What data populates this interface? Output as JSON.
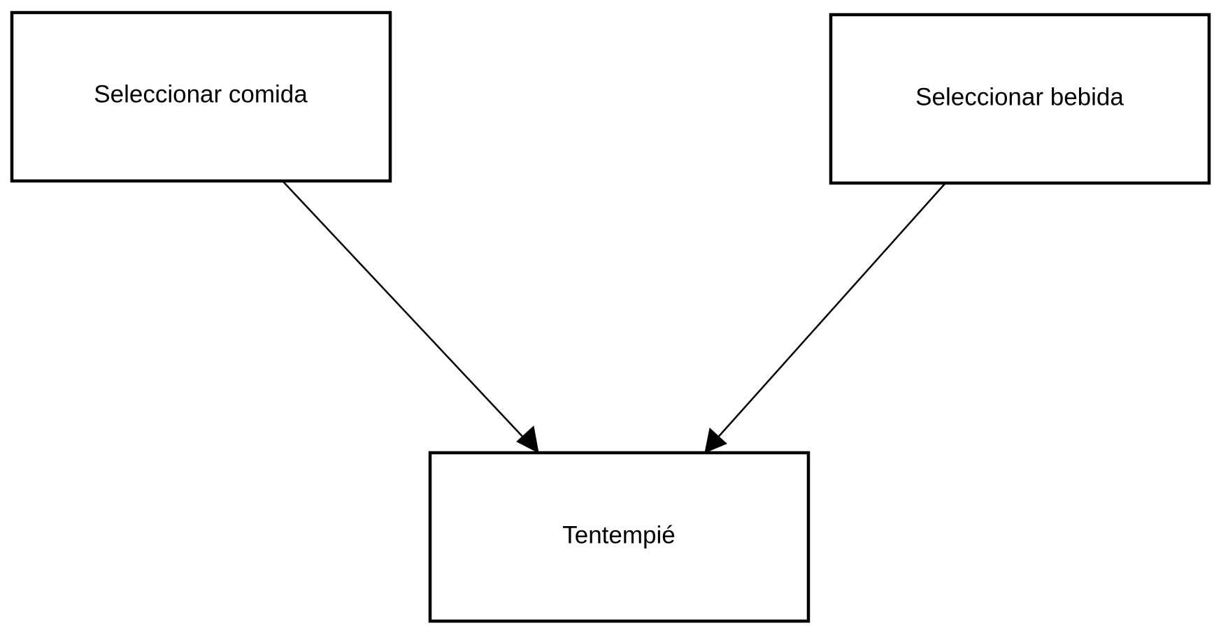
{
  "diagram": {
    "nodes": [
      {
        "id": "food",
        "label": "Seleccionar comida"
      },
      {
        "id": "drink",
        "label": "Seleccionar bebida"
      },
      {
        "id": "snack",
        "label": "Tentempié"
      }
    ],
    "edges": [
      {
        "from": "food",
        "to": "snack"
      },
      {
        "from": "drink",
        "to": "snack"
      }
    ]
  }
}
